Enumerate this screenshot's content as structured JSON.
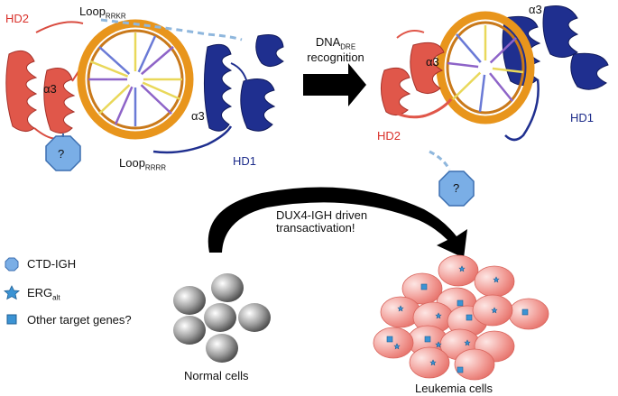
{
  "labels": {
    "hd2_left": "HD2",
    "loop_rrkr": {
      "text": "Loop",
      "sub": "RRKR"
    },
    "alpha3_left_red": "α3",
    "alpha3_left_blue": "α3",
    "hd1_left": "HD1",
    "loop_rrrr": {
      "text": "Loop",
      "sub": "RRRR"
    },
    "unknown_left": "?",
    "dna_recognition": {
      "line1": "DNA",
      "sub": "DRE",
      "line2": "recognition"
    },
    "alpha3_right_top": "α3",
    "alpha3_right_mid": "α3",
    "hd1_right": "HD1",
    "hd2_right": "HD2",
    "unknown_right": "?",
    "transactivation": {
      "line1": "DUX4-IGH driven",
      "line2": "transactivation!"
    },
    "normal_cells": "Normal cells",
    "leukemia_cells": "Leukemia cells"
  },
  "legend": [
    {
      "icon": "octagon-icon",
      "text": "CTD-IGH",
      "sub": ""
    },
    {
      "icon": "star-icon",
      "text": "ERG",
      "sub": "alt"
    },
    {
      "icon": "square-icon",
      "text": "Other target genes?",
      "sub": ""
    }
  ],
  "colors": {
    "hd2": "#e0574a",
    "hd1": "#1f2f8f",
    "dna_backbone": "#e8951c",
    "ctd": "#7aaee6",
    "leukemia_cell": "#f08a86",
    "normal_cell": "#6a6a6a",
    "marker": "#3b93d4"
  }
}
